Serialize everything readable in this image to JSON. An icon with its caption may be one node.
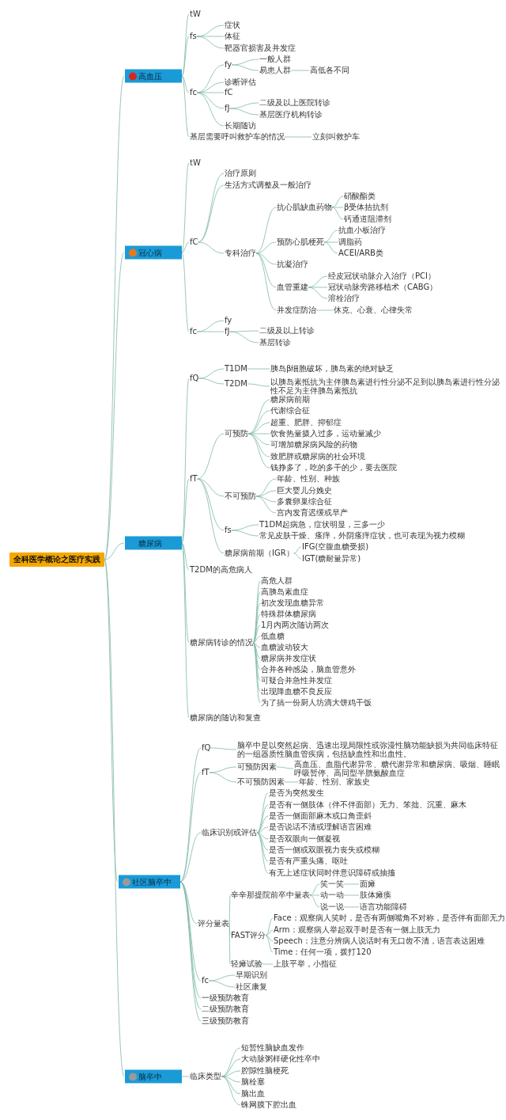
{
  "diagram": {
    "nodes": [
      {
        "text": [
          "全科医学概论之医疗实践"
        ]
      },
      {
        "text": [
          "高血压"
        ]
      },
      {
        "text": [
          "tW"
        ]
      },
      {
        "text": [
          "fs"
        ]
      },
      {
        "text": [
          "症状"
        ]
      },
      {
        "text": [
          "体征"
        ]
      },
      {
        "text": [
          "靶器官损害及并发症"
        ]
      },
      {
        "text": [
          "fc"
        ]
      },
      {
        "text": [
          "fy"
        ]
      },
      {
        "text": [
          "一般人群"
        ]
      },
      {
        "text": [
          "易患人群"
        ]
      },
      {
        "text": [
          "高低各不同"
        ]
      },
      {
        "text": [
          "诊断评估"
        ]
      },
      {
        "text": [
          "fC"
        ]
      },
      {
        "text": [
          "fJ"
        ]
      },
      {
        "text": [
          "二级及以上医院转诊"
        ]
      },
      {
        "text": [
          "基层医疗机构转诊"
        ]
      },
      {
        "text": [
          "长期随访"
        ]
      },
      {
        "text": [
          "基层需要呼叫救护车的情况"
        ]
      },
      {
        "text": [
          "立刻叫救护车"
        ]
      },
      {
        "text": [
          "冠心病"
        ]
      },
      {
        "text": [
          "tW"
        ]
      },
      {
        "text": [
          "fC"
        ]
      },
      {
        "text": [
          "治疗原则"
        ]
      },
      {
        "text": [
          "生活方式调整及一般治疗"
        ]
      },
      {
        "text": [
          "专科治疗"
        ]
      },
      {
        "text": [
          "抗心肌缺血药物"
        ]
      },
      {
        "text": [
          "硝酸酯类"
        ]
      },
      {
        "text": [
          "β受体拮抗剂"
        ]
      },
      {
        "text": [
          "钙通道阻滞剂"
        ]
      },
      {
        "text": [
          "预防心肌梗死"
        ]
      },
      {
        "text": [
          "抗血小板治疗"
        ]
      },
      {
        "text": [
          "调脂药"
        ]
      },
      {
        "text": [
          "ACEI/ARB类"
        ]
      },
      {
        "text": [
          "抗凝治疗"
        ]
      },
      {
        "text": [
          "血管重建"
        ]
      },
      {
        "text": [
          "经皮冠状动脉介入治疗（PCI）"
        ]
      },
      {
        "text": [
          "冠状动脉旁路移植术（CABG）"
        ]
      },
      {
        "text": [
          "溶栓治疗"
        ]
      },
      {
        "text": [
          "并发症防治"
        ]
      },
      {
        "text": [
          "休克、心衰、心律失常"
        ]
      },
      {
        "text": [
          "fc"
        ]
      },
      {
        "text": [
          "fy"
        ]
      },
      {
        "text": [
          "fJ"
        ]
      },
      {
        "text": [
          "二级及以上转诊"
        ]
      },
      {
        "text": [
          "基层转诊"
        ]
      },
      {
        "text": [
          "糖尿病"
        ]
      },
      {
        "text": [
          "fQ"
        ]
      },
      {
        "text": [
          "T1DM"
        ]
      },
      {
        "text": [
          "胰岛β细胞破坏，胰岛素的绝对缺乏"
        ]
      },
      {
        "text": [
          "T2DM"
        ]
      },
      {
        "text": [
          "以胰岛素抵抗为主伴胰岛素进行性分泌不足到以胰岛素进行性分泌性不足为主伴胰岛素抵抗"
        ]
      },
      {
        "text": [
          "fT"
        ]
      },
      {
        "text": [
          "可预防"
        ]
      },
      {
        "text": [
          "糖尿病前期"
        ]
      },
      {
        "text": [
          "代谢综合征"
        ]
      },
      {
        "text": [
          "超重、肥胖、抑郁症"
        ]
      },
      {
        "text": [
          "饮食热量摄入过多，运动量减少"
        ]
      },
      {
        "text": [
          "可增加糖尿病风险的药物"
        ]
      },
      {
        "text": [
          "致肥胖或糖尿病的社会环境"
        ]
      },
      {
        "text": [
          "钱挣多了，吃的多干的少，要去医院"
        ]
      },
      {
        "text": [
          "不可预防"
        ]
      },
      {
        "text": [
          "年龄、性别、种族"
        ]
      },
      {
        "text": [
          "巨大婴儿分娩史"
        ]
      },
      {
        "text": [
          "多囊卵巢综合征"
        ]
      },
      {
        "text": [
          "宫内发育迟缓或早产"
        ]
      },
      {
        "text": [
          "fs"
        ]
      },
      {
        "text": [
          "T1DM起病急，症状明显，三多一少"
        ]
      },
      {
        "text": [
          "常见皮肤干燥、瘙痒，外阴瘙痒症状，也可表现为视力模糊"
        ]
      },
      {
        "text": [
          "糖尿病前期（IGR）"
        ]
      },
      {
        "text": [
          "IFG(空腹血糖受损)"
        ]
      },
      {
        "text": [
          "IGT(糖耐量异常)"
        ]
      },
      {
        "text": [
          "T2DM的高危病人"
        ]
      },
      {
        "text": [
          "糖尿病转诊的情况"
        ]
      },
      {
        "text": [
          "高危人群"
        ]
      },
      {
        "text": [
          "高胰岛素血症"
        ]
      },
      {
        "text": [
          "初次发现血糖异常"
        ]
      },
      {
        "text": [
          "特殊群体糖尿病"
        ]
      },
      {
        "text": [
          "1月内两次随访两次"
        ]
      },
      {
        "text": [
          "低血糖"
        ]
      },
      {
        "text": [
          "血糖波动较大"
        ]
      },
      {
        "text": [
          "糖尿病并发症状"
        ]
      },
      {
        "text": [
          "合并各种感染，脑血管意外"
        ]
      },
      {
        "text": [
          "可疑合并急性并发症"
        ]
      },
      {
        "text": [
          "出现降血糖不良反应"
        ]
      },
      {
        "text": [
          "为了搞一份厨人坊滴大饼鸡干饭"
        ]
      },
      {
        "text": [
          "糖尿病的随访和复查"
        ]
      },
      {
        "text": [
          "社区脑卒中"
        ]
      },
      {
        "text": [
          "fQ"
        ]
      },
      {
        "text": [
          "脑卒中是以突然起病、迅速出现局限性或弥漫性脑功能缺损为共同临床特征的一组器质性脑血管疾病，包括缺血性和出血性。"
        ]
      },
      {
        "text": [
          "fT"
        ]
      },
      {
        "text": [
          "可预防因素"
        ]
      },
      {
        "text": [
          "高血压、血脂代谢异常、糖代谢异常和糖尿病、吸烟、睡眠呼吸暂停、高同型半胱氨酸血症"
        ]
      },
      {
        "text": [
          "不可预防因素"
        ]
      },
      {
        "text": [
          "年龄、性别、家族史"
        ]
      },
      {
        "text": [
          "临床识别或评估"
        ]
      },
      {
        "text": [
          "是否为突然发生"
        ]
      },
      {
        "text": [
          "是否有一侧肢体（伴不伴面部）无力、笨拙、沉重、麻木"
        ]
      },
      {
        "text": [
          "是否一侧面部麻木或口角歪斜"
        ]
      },
      {
        "text": [
          "是否说话不清或理解语言困难"
        ]
      },
      {
        "text": [
          "是否双眼向一侧凝视"
        ]
      },
      {
        "text": [
          "是否一侧或双眼视力丧失或模糊"
        ]
      },
      {
        "text": [
          "是否有严重头痛、呕吐"
        ]
      },
      {
        "text": [
          "有无上述症状同时伴意识障碍或抽搐"
        ]
      },
      {
        "text": [
          "评分量表"
        ]
      },
      {
        "text": [
          "辛辛那提院前卒中量表"
        ]
      },
      {
        "text": [
          "笑一笑"
        ]
      },
      {
        "text": [
          "面瘫"
        ]
      },
      {
        "text": [
          "动一动"
        ]
      },
      {
        "text": [
          "肢体瘫痪"
        ]
      },
      {
        "text": [
          "说一说"
        ]
      },
      {
        "text": [
          "语言功能障碍"
        ]
      },
      {
        "text": [
          "FAST评分"
        ]
      },
      {
        "text": [
          "Face：观察病人笑时，是否有两侧嘴角不对称，是否伴有面部无力"
        ]
      },
      {
        "text": [
          "Arm：观察病人举起双手时是否有一侧上肢无力"
        ]
      },
      {
        "text": [
          "Speech：注意分辨病人说话时有无口齿不清，语言表达困难"
        ]
      },
      {
        "text": [
          "Time：任何一项，拨打120"
        ]
      },
      {
        "text": [
          "轻瘫试验"
        ]
      },
      {
        "text": [
          "上肢平举，小指征"
        ]
      },
      {
        "text": [
          "fc"
        ]
      },
      {
        "text": [
          "早期识别"
        ]
      },
      {
        "text": [
          "社区康复"
        ]
      },
      {
        "text": [
          "一级预防教育"
        ]
      },
      {
        "text": [
          "二级预防教育"
        ]
      },
      {
        "text": [
          "三级预防教育"
        ]
      },
      {
        "text": [
          "脑卒中"
        ]
      },
      {
        "text": [
          "临床类型"
        ]
      },
      {
        "text": [
          "短暂性脑缺血发作"
        ]
      },
      {
        "text": [
          "大动脉粥样硬化性卒中"
        ]
      },
      {
        "text": [
          "腔隙性脑梗死"
        ]
      },
      {
        "text": [
          "脑栓塞"
        ]
      },
      {
        "text": [
          "脑出血"
        ]
      },
      {
        "text": [
          "蛛网膜下腔出血"
        ]
      }
    ],
    "edges": [
      {
        "from": 0,
        "to": 1,
        "arrow": "none"
      },
      {
        "from": 1,
        "to": 2,
        "arrow": "none"
      },
      {
        "from": 1,
        "to": 3,
        "arrow": "none"
      },
      {
        "from": 3,
        "to": 4,
        "arrow": "none"
      },
      {
        "from": 3,
        "to": 5,
        "arrow": "none"
      },
      {
        "from": 3,
        "to": 6,
        "arrow": "none"
      },
      {
        "from": 1,
        "to": 7,
        "arrow": "none"
      },
      {
        "from": 7,
        "to": 8,
        "arrow": "none"
      },
      {
        "from": 8,
        "to": 9,
        "arrow": "none"
      },
      {
        "from": 8,
        "to": 10,
        "arrow": "none"
      },
      {
        "from": 10,
        "to": 11,
        "arrow": "none"
      },
      {
        "from": 7,
        "to": 12,
        "arrow": "none"
      },
      {
        "from": 7,
        "to": 13,
        "arrow": "none"
      },
      {
        "from": 7,
        "to": 14,
        "arrow": "none"
      },
      {
        "from": 14,
        "to": 15,
        "arrow": "none"
      },
      {
        "from": 14,
        "to": 16,
        "arrow": "none"
      },
      {
        "from": 7,
        "to": 17,
        "arrow": "none"
      },
      {
        "from": 1,
        "to": 18,
        "arrow": "none"
      },
      {
        "from": 18,
        "to": 19,
        "arrow": "none"
      },
      {
        "from": 0,
        "to": 20,
        "arrow": "none"
      },
      {
        "from": 20,
        "to": 21,
        "arrow": "none"
      },
      {
        "from": 20,
        "to": 22,
        "arrow": "none"
      },
      {
        "from": 22,
        "to": 23,
        "arrow": "none"
      },
      {
        "from": 22,
        "to": 24,
        "arrow": "none"
      },
      {
        "from": 22,
        "to": 25,
        "arrow": "none"
      },
      {
        "from": 25,
        "to": 26,
        "arrow": "none"
      },
      {
        "from": 26,
        "to": 27,
        "arrow": "none"
      },
      {
        "from": 26,
        "to": 28,
        "arrow": "none"
      },
      {
        "from": 26,
        "to": 29,
        "arrow": "none"
      },
      {
        "from": 25,
        "to": 30,
        "arrow": "none"
      },
      {
        "from": 30,
        "to": 31,
        "arrow": "none"
      },
      {
        "from": 30,
        "to": 32,
        "arrow": "none"
      },
      {
        "from": 30,
        "to": 33,
        "arrow": "none"
      },
      {
        "from": 25,
        "to": 34,
        "arrow": "none"
      },
      {
        "from": 25,
        "to": 35,
        "arrow": "none"
      },
      {
        "from": 35,
        "to": 36,
        "arrow": "none"
      },
      {
        "from": 35,
        "to": 37,
        "arrow": "none"
      },
      {
        "from": 35,
        "to": 38,
        "arrow": "none"
      },
      {
        "from": 25,
        "to": 39,
        "arrow": "none"
      },
      {
        "from": 39,
        "to": 40,
        "arrow": "none"
      },
      {
        "from": 20,
        "to": 41,
        "arrow": "none"
      },
      {
        "from": 41,
        "to": 42,
        "arrow": "none"
      },
      {
        "from": 41,
        "to": 43,
        "arrow": "none"
      },
      {
        "from": 43,
        "to": 44,
        "arrow": "none"
      },
      {
        "from": 43,
        "to": 45,
        "arrow": "none"
      },
      {
        "from": 0,
        "to": 46,
        "arrow": "none"
      },
      {
        "from": 46,
        "to": 47,
        "arrow": "none"
      },
      {
        "from": 47,
        "to": 48,
        "arrow": "none"
      },
      {
        "from": 48,
        "to": 49,
        "arrow": "none"
      },
      {
        "from": 47,
        "to": 50,
        "arrow": "none"
      },
      {
        "from": 50,
        "to": 51,
        "arrow": "none"
      },
      {
        "from": 46,
        "to": 52,
        "arrow": "none"
      },
      {
        "from": 52,
        "to": 53,
        "arrow": "none"
      },
      {
        "from": 53,
        "to": 54,
        "arrow": "none"
      },
      {
        "from": 53,
        "to": 55,
        "arrow": "none"
      },
      {
        "from": 53,
        "to": 56,
        "arrow": "none"
      },
      {
        "from": 53,
        "to": 57,
        "arrow": "none"
      },
      {
        "from": 53,
        "to": 58,
        "arrow": "none"
      },
      {
        "from": 53,
        "to": 59,
        "arrow": "none"
      },
      {
        "from": 53,
        "to": 60,
        "arrow": "none"
      },
      {
        "from": 52,
        "to": 61,
        "arrow": "none"
      },
      {
        "from": 61,
        "to": 62,
        "arrow": "none"
      },
      {
        "from": 61,
        "to": 63,
        "arrow": "none"
      },
      {
        "from": 61,
        "to": 64,
        "arrow": "none"
      },
      {
        "from": 61,
        "to": 65,
        "arrow": "none"
      },
      {
        "from": 52,
        "to": 66,
        "arrow": "none"
      },
      {
        "from": 66,
        "to": 67,
        "arrow": "none"
      },
      {
        "from": 66,
        "to": 68,
        "arrow": "none"
      },
      {
        "from": 52,
        "to": 69,
        "arrow": "none"
      },
      {
        "from": 69,
        "to": 70,
        "arrow": "none"
      },
      {
        "from": 69,
        "to": 71,
        "arrow": "none"
      },
      {
        "from": 46,
        "to": 72,
        "arrow": "none"
      },
      {
        "from": 46,
        "to": 73,
        "arrow": "none"
      },
      {
        "from": 73,
        "to": 74,
        "arrow": "none"
      },
      {
        "from": 73,
        "to": 75,
        "arrow": "none"
      },
      {
        "from": 73,
        "to": 76,
        "arrow": "none"
      },
      {
        "from": 73,
        "to": 77,
        "arrow": "none"
      },
      {
        "from": 73,
        "to": 78,
        "arrow": "none"
      },
      {
        "from": 73,
        "to": 79,
        "arrow": "none"
      },
      {
        "from": 73,
        "to": 80,
        "arrow": "none"
      },
      {
        "from": 73,
        "to": 81,
        "arrow": "none"
      },
      {
        "from": 73,
        "to": 82,
        "arrow": "none"
      },
      {
        "from": 73,
        "to": 83,
        "arrow": "none"
      },
      {
        "from": 73,
        "to": 84,
        "arrow": "none"
      },
      {
        "from": 73,
        "to": 85,
        "arrow": "none"
      },
      {
        "from": 46,
        "to": 86,
        "arrow": "none"
      },
      {
        "from": 0,
        "to": 87,
        "arrow": "none"
      },
      {
        "from": 87,
        "to": 88,
        "arrow": "none"
      },
      {
        "from": 88,
        "to": 89,
        "arrow": "none"
      },
      {
        "from": 87,
        "to": 90,
        "arrow": "none"
      },
      {
        "from": 90,
        "to": 91,
        "arrow": "none"
      },
      {
        "from": 91,
        "to": 92,
        "arrow": "none"
      },
      {
        "from": 90,
        "to": 93,
        "arrow": "none"
      },
      {
        "from": 93,
        "to": 94,
        "arrow": "none"
      },
      {
        "from": 87,
        "to": 95,
        "arrow": "none"
      },
      {
        "from": 95,
        "to": 96,
        "arrow": "none"
      },
      {
        "from": 95,
        "to": 97,
        "arrow": "none"
      },
      {
        "from": 95,
        "to": 98,
        "arrow": "none"
      },
      {
        "from": 95,
        "to": 99,
        "arrow": "none"
      },
      {
        "from": 95,
        "to": 100,
        "arrow": "none"
      },
      {
        "from": 95,
        "to": 101,
        "arrow": "none"
      },
      {
        "from": 95,
        "to": 102,
        "arrow": "none"
      },
      {
        "from": 95,
        "to": 103,
        "arrow": "none"
      },
      {
        "from": 87,
        "to": 104,
        "arrow": "none"
      },
      {
        "from": 104,
        "to": 105,
        "arrow": "none"
      },
      {
        "from": 105,
        "to": 106,
        "arrow": "none"
      },
      {
        "from": 106,
        "to": 107,
        "arrow": "none"
      },
      {
        "from": 105,
        "to": 108,
        "arrow": "none"
      },
      {
        "from": 108,
        "to": 109,
        "arrow": "none"
      },
      {
        "from": 105,
        "to": 110,
        "arrow": "none"
      },
      {
        "from": 110,
        "to": 111,
        "arrow": "none"
      },
      {
        "from": 104,
        "to": 112,
        "arrow": "none"
      },
      {
        "from": 112,
        "to": 113,
        "arrow": "none"
      },
      {
        "from": 112,
        "to": 114,
        "arrow": "none"
      },
      {
        "from": 112,
        "to": 115,
        "arrow": "none"
      },
      {
        "from": 112,
        "to": 116,
        "arrow": "none"
      },
      {
        "from": 104,
        "to": 117,
        "arrow": "none"
      },
      {
        "from": 117,
        "to": 118,
        "arrow": "none"
      },
      {
        "from": 87,
        "to": 119,
        "arrow": "none"
      },
      {
        "from": 119,
        "to": 120,
        "arrow": "none"
      },
      {
        "from": 119,
        "to": 121,
        "arrow": "none"
      },
      {
        "from": 87,
        "to": 122,
        "arrow": "none"
      },
      {
        "from": 87,
        "to": 123,
        "arrow": "none"
      },
      {
        "from": 87,
        "to": 124,
        "arrow": "none"
      },
      {
        "from": 0,
        "to": 125,
        "arrow": "none"
      },
      {
        "from": 125,
        "to": 126,
        "arrow": "none"
      },
      {
        "from": 126,
        "to": 127,
        "arrow": "none"
      },
      {
        "from": 126,
        "to": 128,
        "arrow": "none"
      },
      {
        "from": 126,
        "to": 129,
        "arrow": "none"
      },
      {
        "from": 126,
        "to": 130,
        "arrow": "none"
      },
      {
        "from": 126,
        "to": 131,
        "arrow": "none"
      },
      {
        "from": 126,
        "to": 132,
        "arrow": "none"
      }
    ]
  }
}
